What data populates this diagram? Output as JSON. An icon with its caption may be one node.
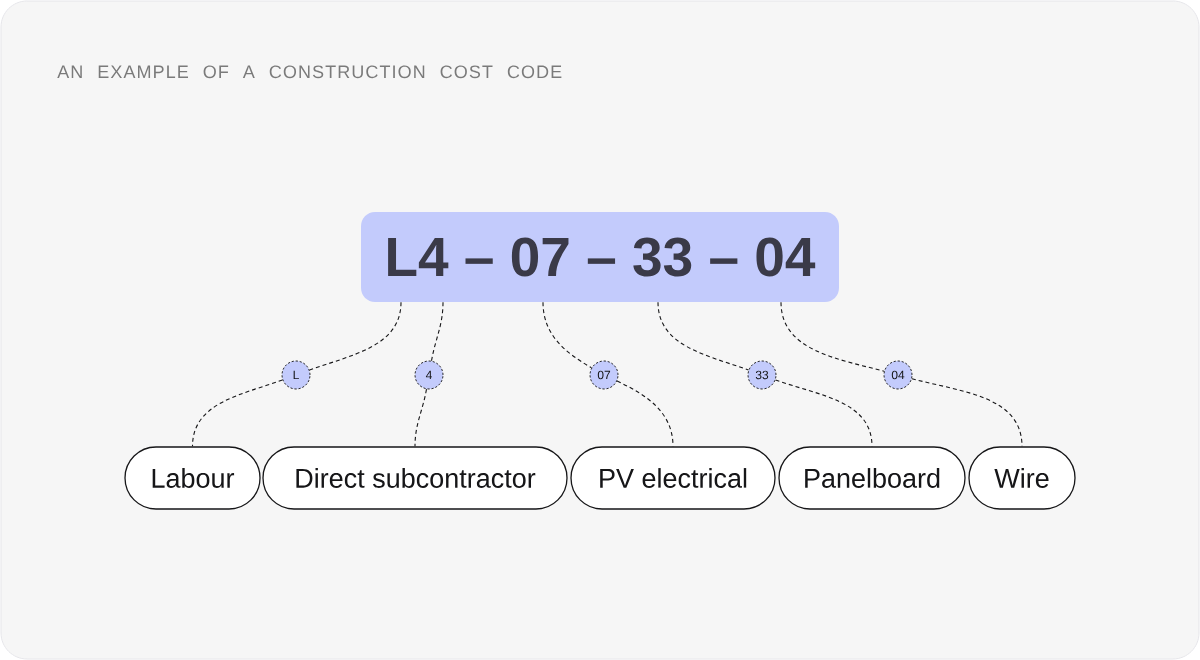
{
  "diagram": {
    "title": "AN EXAMPLE OF A CONSTRUCTION COST CODE",
    "nodes": [
      {
        "text": [
          "L4 – 07 – 33 – 04"
        ]
      },
      {
        "text": [
          "L"
        ]
      },
      {
        "text": [
          "4"
        ]
      },
      {
        "text": [
          "07"
        ]
      },
      {
        "text": [
          "33"
        ]
      },
      {
        "text": [
          "04"
        ]
      },
      {
        "text": [
          "Labour"
        ]
      },
      {
        "text": [
          "Direct subcontractor"
        ]
      },
      {
        "text": [
          "PV electrical"
        ]
      },
      {
        "text": [
          "Panelboard"
        ]
      },
      {
        "text": [
          "Wire"
        ]
      }
    ],
    "edges": [
      {
        "from": 0,
        "to": 1,
        "arrow": "none",
        "style": "dashed"
      },
      {
        "from": 1,
        "to": 6,
        "arrow": "none",
        "style": "dashed"
      },
      {
        "from": 0,
        "to": 2,
        "arrow": "none",
        "style": "dashed"
      },
      {
        "from": 2,
        "to": 7,
        "arrow": "none",
        "style": "dashed"
      },
      {
        "from": 0,
        "to": 3,
        "arrow": "none",
        "style": "dashed"
      },
      {
        "from": 3,
        "to": 8,
        "arrow": "none",
        "style": "dashed"
      },
      {
        "from": 0,
        "to": 4,
        "arrow": "none",
        "style": "dashed"
      },
      {
        "from": 4,
        "to": 9,
        "arrow": "none",
        "style": "dashed"
      },
      {
        "from": 0,
        "to": 5,
        "arrow": "none",
        "style": "dashed"
      },
      {
        "from": 5,
        "to": 10,
        "arrow": "none",
        "style": "dashed"
      }
    ]
  }
}
